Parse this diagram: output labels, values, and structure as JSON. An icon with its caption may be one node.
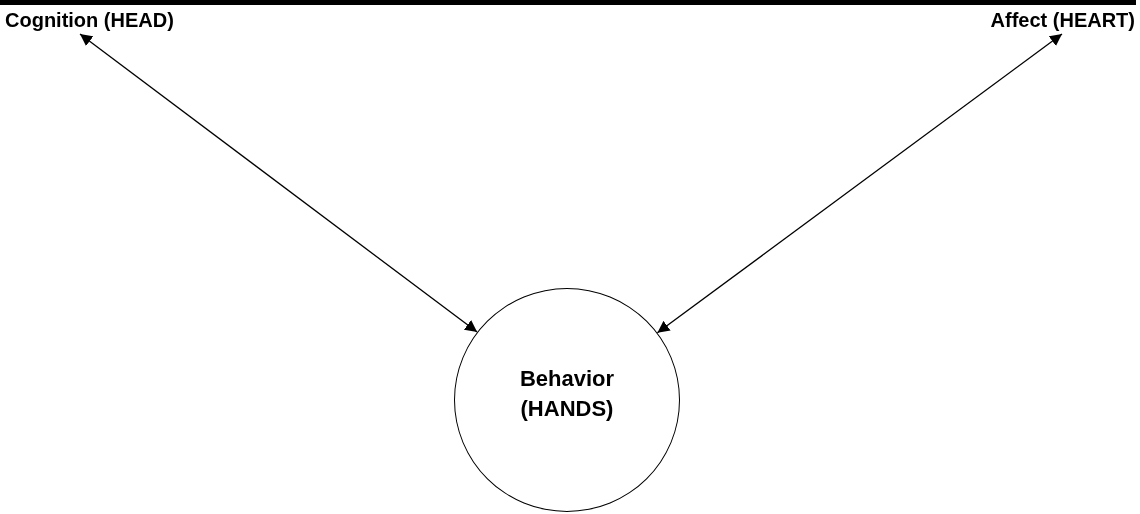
{
  "diagram": {
    "nodes": [
      {
        "text": [
          "Cognition (HEAD)"
        ]
      },
      {
        "text": [
          "Affect (HEART)"
        ]
      },
      {
        "text": [
          "Behavior (HANDS)"
        ]
      }
    ],
    "edges": [
      {
        "from": 0,
        "to": 2,
        "arrow": "both"
      },
      {
        "from": 1,
        "to": 2,
        "arrow": "both"
      }
    ]
  }
}
